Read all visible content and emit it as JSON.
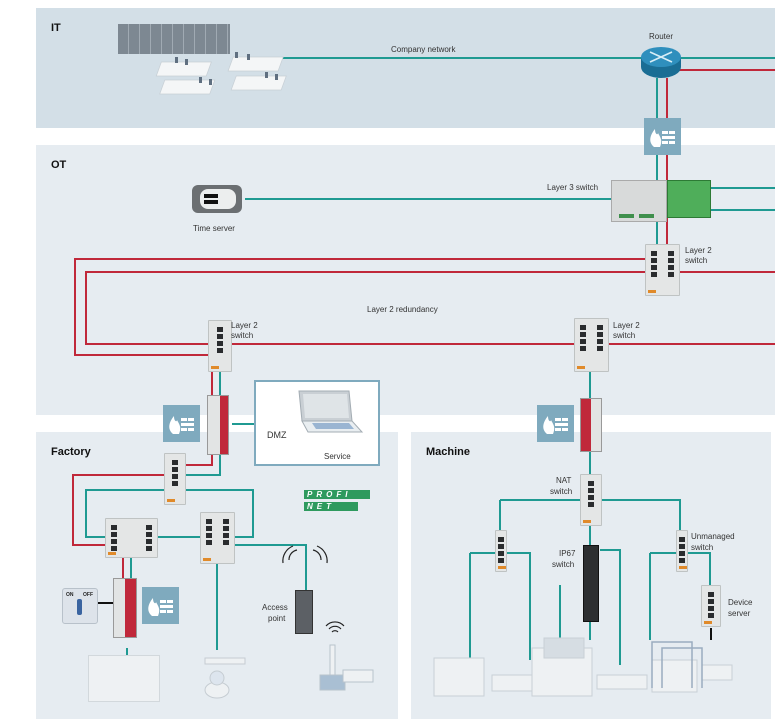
{
  "zones": {
    "it": "IT",
    "ot": "OT",
    "factory": "Factory",
    "machine": "Machine"
  },
  "labels": {
    "company_network": "Company network",
    "router": "Router",
    "time_server": "Time server",
    "layer3_switch": "Layer 3 switch",
    "layer2_switch_top_line1": "Layer 2",
    "layer2_switch_top_line2": "switch",
    "layer2_redundancy": "Layer 2 redundancy",
    "layer2_switch_left_line1": "Layer 2",
    "layer2_switch_left_line2": "switch",
    "layer2_switch_mid_line1": "Layer 2",
    "layer2_switch_mid_line2": "switch",
    "dmz": "DMZ",
    "service": "Service",
    "access_point_line1": "Access",
    "access_point_line2": "point",
    "nat_switch_line1": "NAT",
    "nat_switch_line2": "switch",
    "ip67_switch_line1": "IP67",
    "ip67_switch_line2": "switch",
    "unmanaged_switch_line1": "Unmanaged",
    "unmanaged_switch_line2": "switch",
    "device_server_line1": "Device",
    "device_server_line2": "server",
    "profinet_line1": "PROFI",
    "profinet_line2": "NET",
    "switch_on": "ON",
    "switch_off": "OFF"
  },
  "colors": {
    "teal_line": "#1f9a92",
    "red_line": "#c0283a",
    "firewall_bg": "#7faabe",
    "profinet_green": "#2e9a5e"
  }
}
